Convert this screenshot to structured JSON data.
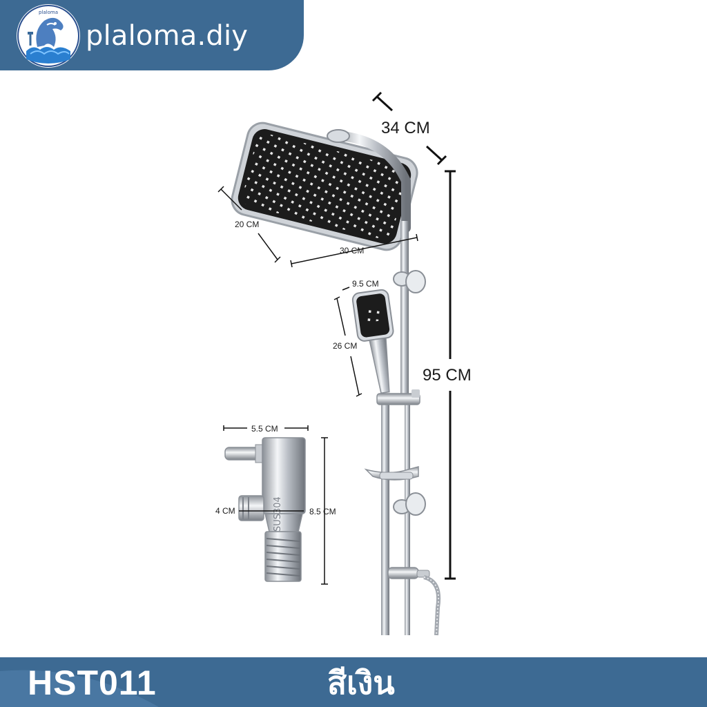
{
  "brand": {
    "name": "plaloma.diy",
    "logo_icon": "dolphin-logo-icon"
  },
  "dimensions": {
    "top_width": "34 CM",
    "height_total": "95 CM",
    "rain_head_width": "30 CM",
    "rain_head_depth": "20 CM",
    "hand_shower_width": "9.5 CM",
    "hand_shower_length": "26 CM",
    "valve_width": "5.5 CM",
    "valve_height": "8.5 CM",
    "valve_inlet": "4 CM"
  },
  "valve_marking": "SUS304",
  "footer": {
    "model": "HST011",
    "color_label": "สีเงิน"
  },
  "colors": {
    "brand_blue": "#3d6a93",
    "chrome": "#c8ccd2",
    "shower_face": "#1c1c1c"
  }
}
